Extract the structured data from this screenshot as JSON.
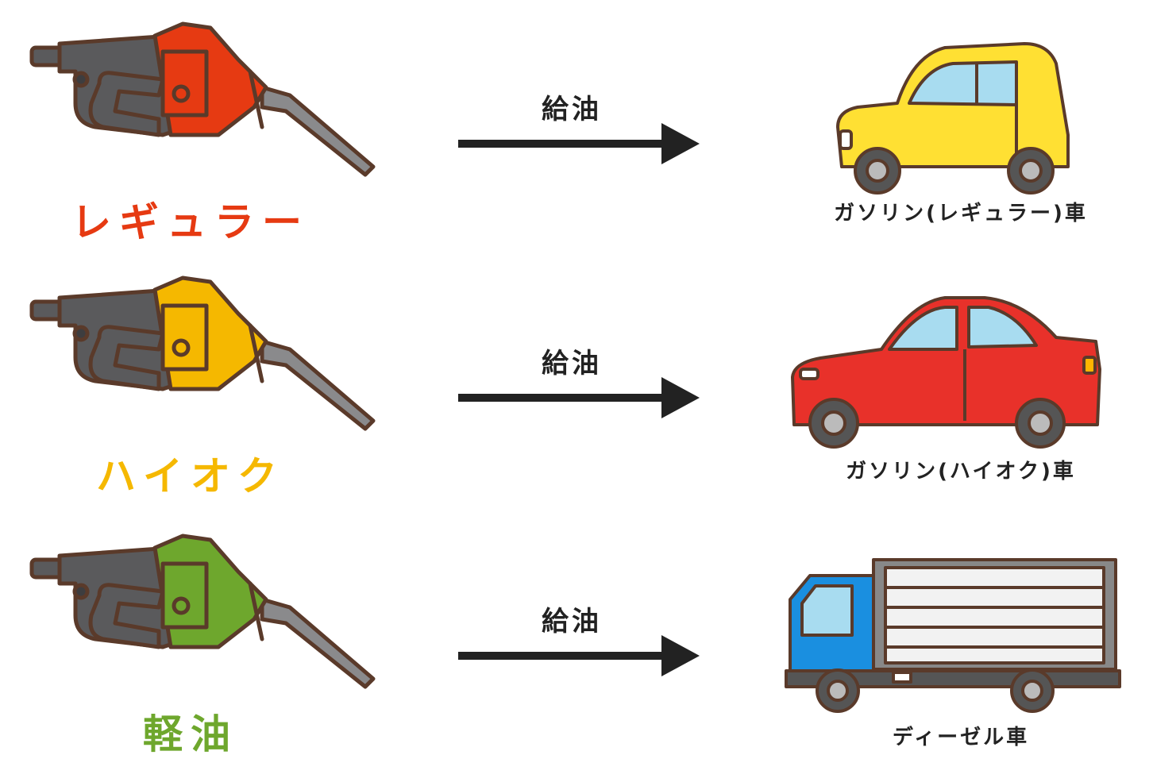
{
  "rows": [
    {
      "fuel": "レギュラー",
      "fuel_color": "#e63a12",
      "arrow_label": "給油",
      "vehicle": "ガソリン(レギュラー)車"
    },
    {
      "fuel": "ハイオク",
      "fuel_color": "#f5b800",
      "arrow_label": "給油",
      "vehicle": "ガソリン(ハイオク)車"
    },
    {
      "fuel": "軽油",
      "fuel_color": "#6ea72d",
      "arrow_label": "給油",
      "vehicle": "ディーゼル車"
    }
  ],
  "colors": {
    "nozzle_body": "#5a5a5c",
    "outline": "#5a3a2a",
    "arrow": "#222222",
    "car_yellow": "#ffe033",
    "car_red": "#e8312a",
    "truck_cab": "#1a8fe0"
  },
  "icons": [
    "fuel-nozzle-icon",
    "compact-car-icon",
    "sedan-car-icon",
    "truck-icon"
  ]
}
